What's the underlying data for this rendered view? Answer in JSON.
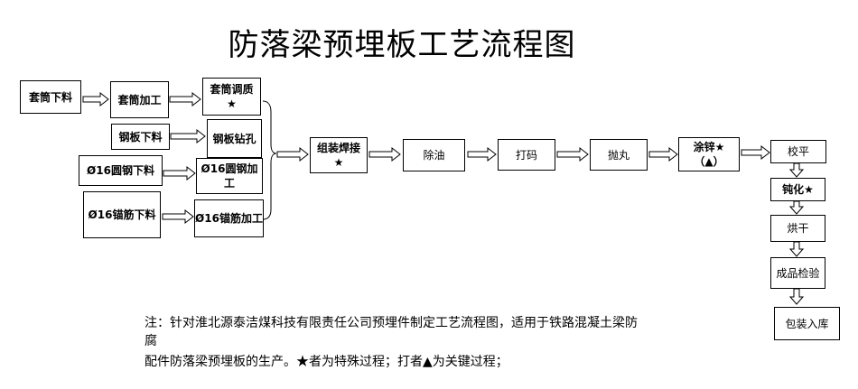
{
  "title": "防落梁预埋板工艺流程图",
  "steps": {
    "s1": "套筒下料",
    "s2": "套筒加工",
    "s3": "套筒调质\n★",
    "s4": "钢板下料",
    "s5": "钢板钻孔",
    "s6": "Ø16圆钢下料",
    "s7": "Ø16圆钢加工",
    "s8": "Ø16锚筋下料",
    "s9": "Ø16锚筋加工",
    "s10": "组装焊接\n★",
    "s11": "除油",
    "s12": "打码",
    "s13": "抛丸",
    "s14": "涂锌★\n（▲）",
    "s15": "校平",
    "s16": "钝化★",
    "s17": "烘干",
    "s18": "成品检验",
    "s19": "包装入库"
  },
  "notes": {
    "line1": "注：针对淮北源泰洁煤科技有限责任公司预埋件制定工艺流程图，适用于铁路混凝土梁防",
    "line2": "腐",
    "line3": "配件防落梁预埋板的生产。★者为特殊过程；打者▲为关键过程；"
  }
}
